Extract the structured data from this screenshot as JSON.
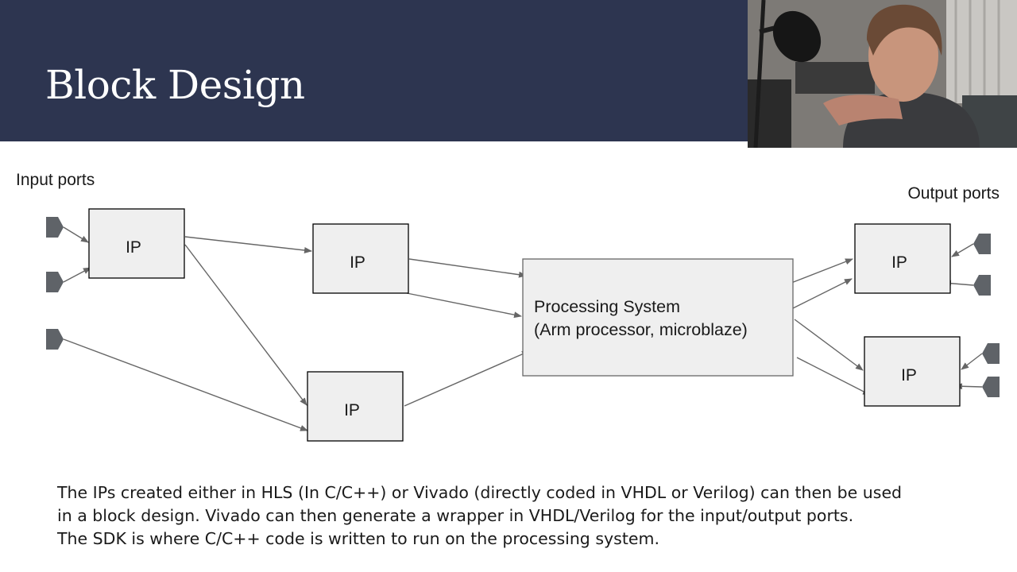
{
  "slide": {
    "title": "Block Design"
  },
  "diagram": {
    "input_label": "Input ports",
    "output_label": "Output ports",
    "ip_label": "IP",
    "ps_line1": "Processing System",
    "ps_line2": "(Arm processor, microblaze)"
  },
  "caption": {
    "line1": "The IPs created either in HLS (In C/C++) or Vivado (directly coded in VHDL or Verilog) can then be used",
    "line2": "in a block design.  Vivado can then generate a wrapper in VHDL/Verilog for the input/output ports.",
    "line3": "The SDK is where C/C++ code is written to run on the processing system."
  },
  "colors": {
    "header_bg": "#2d3550",
    "box_fill": "#efefef",
    "port_fill": "#5f6368",
    "arrow": "#666666"
  }
}
